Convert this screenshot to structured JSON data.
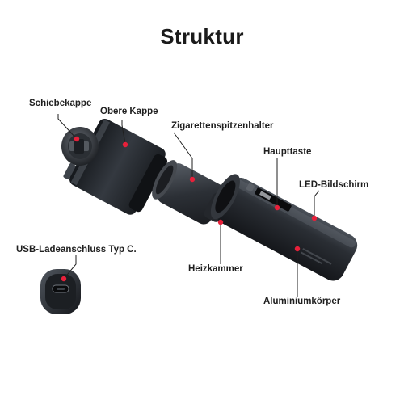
{
  "title": "Struktur",
  "labels": {
    "schiebekappe": "Schiebekappe",
    "obere_kappe": "Obere Kappe",
    "zigarettenspitzenhalter": "Zigarettenspitzenhalter",
    "haupttaste": "Haupttaste",
    "led_bildschirm": "LED-Bildschirm",
    "usb": "USB-Ladeanschluss Typ C.",
    "heizkammer": "Heizkammer",
    "aluminiumkoerper": "Aluminiumkörper"
  },
  "colors": {
    "accent": "#e8203a",
    "device_dark": "#1c1f24",
    "device_mid": "#2f343b",
    "device_light": "#4a5058"
  }
}
